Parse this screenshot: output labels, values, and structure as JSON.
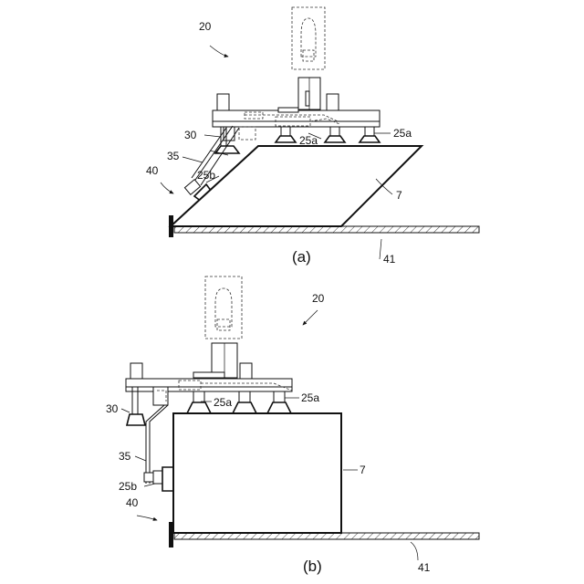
{
  "panel_a": {
    "caption": "(a)",
    "label_robot": "20",
    "label_suction_upper": "25a",
    "label_suction_upper_right": "25a",
    "label_arm": "30",
    "label_link": "35",
    "label_device": "40",
    "label_suction_side": "25b",
    "label_object": "7",
    "label_floor": "41"
  },
  "panel_b": {
    "caption": "(b)",
    "label_robot": "20",
    "label_suction_upper": "25a",
    "label_suction_upper_right": "25a",
    "label_arm": "30",
    "label_link": "35",
    "label_device": "40",
    "label_suction_side": "25b",
    "label_object": "7",
    "label_floor": "41"
  }
}
